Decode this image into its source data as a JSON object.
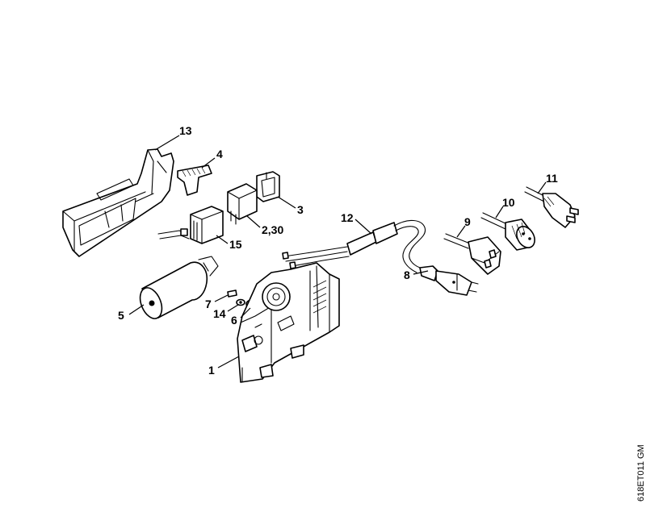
{
  "drawing_code": "618ET011 GM",
  "callouts": {
    "c13": "13",
    "c4": "4",
    "c3": "3",
    "c2_30": "2,30",
    "c15": "15",
    "c12": "12",
    "c11": "11",
    "c10": "10",
    "c9": "9",
    "c8": "8",
    "c5": "5",
    "c7": "7",
    "c14": "14",
    "c6": "6",
    "c1": "1"
  }
}
